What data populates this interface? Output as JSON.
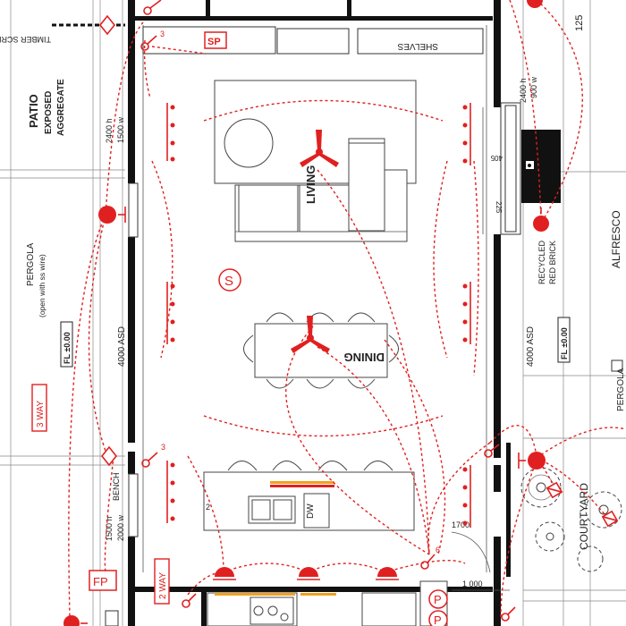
{
  "labels": {
    "timber_screen": "TIMBER SCREEN",
    "sp": "SP",
    "shelves": "SHELVES",
    "patio": "PATIO",
    "exposed": "EXPOSED",
    "aggregate": "AGGREGATE",
    "h2400_left": "2400 h",
    "w1500_left": "1500 w",
    "h2400_right": "2400 h",
    "w900_right": "900 w",
    "dim_125": "125",
    "dim_405": "405",
    "dim_225": "225",
    "living": "LIVING",
    "pergola": "PERGOLA",
    "pergola_sub": "(open with ss wire)",
    "fl_left": "FL ±0.00",
    "asd_left": "4000 ASD",
    "three_way": "3 WAY",
    "recycled": "RECYCLED",
    "red_brick": "RED BRICK",
    "alfresco": "ALFRESCO",
    "fl_right": "FL ±0.00",
    "asd_right": "4000 ASD",
    "pergola_right": "PERGOLA",
    "dining": "DINING",
    "s_symbol": "S",
    "bench": "BENCH",
    "h1500_left": "1500 h",
    "w2000_left": "2000 w",
    "dw": "DW",
    "dim_2": "2",
    "dim_1700": "1700",
    "courtyard": "COURTYARD",
    "dim_1000": "1 000",
    "fp": "FP",
    "two_way": "2 WAY",
    "switch_3_top": "3",
    "switch_3_mid": "3",
    "switch_6": "6",
    "p_symbol": "P"
  },
  "colors": {
    "electrical": "#e02020",
    "wall": "#111111",
    "furniture_line": "#444444",
    "bench_stripe_orange": "#f0a020",
    "bench_stripe_red": "#e02020",
    "fireplace_fill": "#111111",
    "plant_fill": "#ffffff"
  },
  "icons": {
    "ceiling_fan": "ceiling-fan-icon",
    "downlight": "downlight-icon",
    "wall_light": "wall-light-icon",
    "switch": "switch-icon",
    "pendant_row": "led-strip-icon",
    "power_point": "power-point-icon",
    "smoke_detector": "smoke-detector-icon"
  }
}
